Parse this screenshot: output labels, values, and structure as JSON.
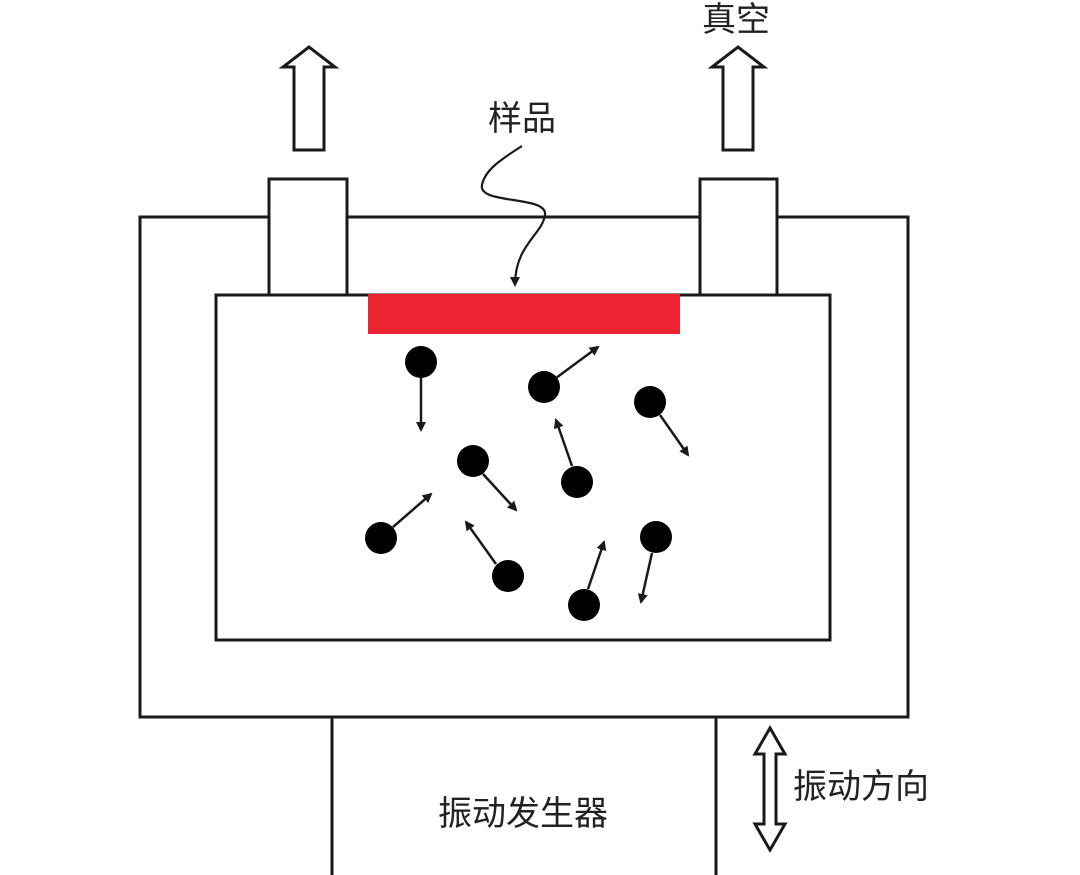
{
  "labels": {
    "vacuum": "真空",
    "sample": "样品",
    "generator": "振动发生器",
    "vibration_direction": "振动方向"
  },
  "colors": {
    "line": "#1a1a1a",
    "sample": "#ec2330",
    "particle": "#000000",
    "background": "#ffffff"
  },
  "particles": [
    {
      "name": "particle-1",
      "direction": "down"
    },
    {
      "name": "particle-2",
      "direction": "up-right"
    },
    {
      "name": "particle-3",
      "direction": "down-right"
    },
    {
      "name": "particle-4",
      "direction": "down-right"
    },
    {
      "name": "particle-5",
      "direction": "up"
    },
    {
      "name": "particle-6",
      "direction": "up-right"
    },
    {
      "name": "particle-7",
      "direction": "up-left"
    },
    {
      "name": "particle-8",
      "direction": "up-right"
    },
    {
      "name": "particle-9",
      "direction": "down"
    }
  ]
}
